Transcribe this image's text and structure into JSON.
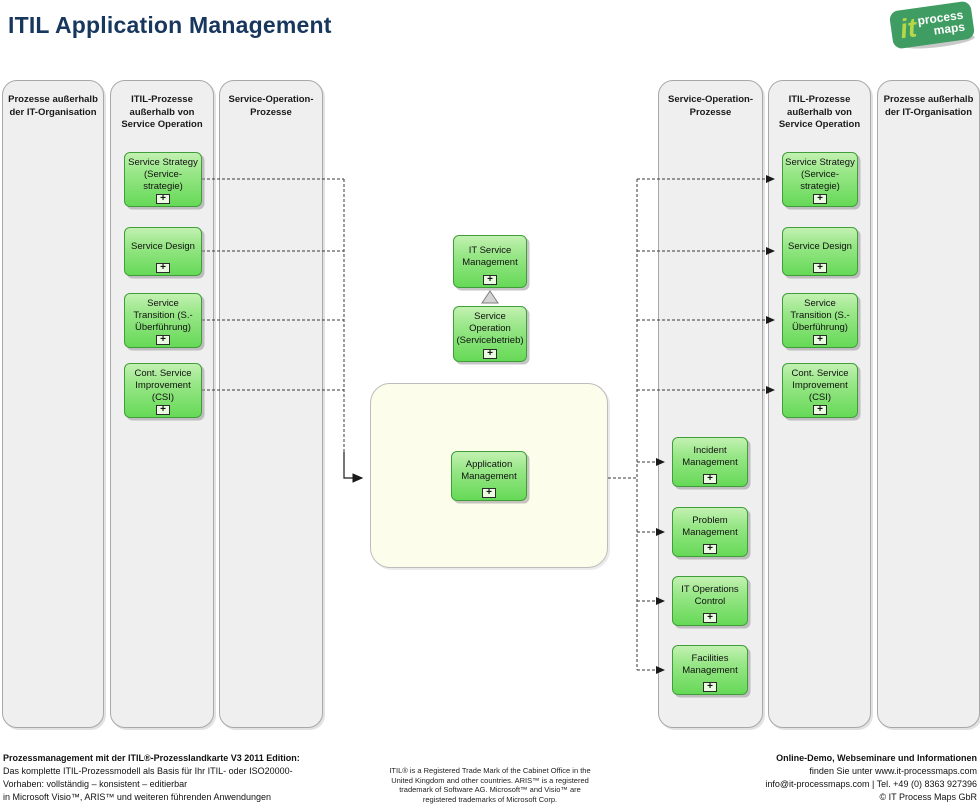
{
  "title": "ITIL Application Management",
  "logo": {
    "it": "it",
    "words": "process\nmaps"
  },
  "icons": {
    "expand": "+"
  },
  "lanes": {
    "left_outside": {
      "title": "Prozesse außerhalb\nder IT-Organisation"
    },
    "left_itil": {
      "title": "ITIL-Prozesse\naußerhalb von\nService Operation"
    },
    "left_so": {
      "title": "Service-Operation-\nProzesse"
    },
    "right_so": {
      "title": "Service-Operation-\nProzesse"
    },
    "right_itil": {
      "title": "ITIL-Prozesse\naußerhalb von\nService Operation"
    },
    "right_outside": {
      "title": "Prozesse außerhalb\nder IT-Organisation"
    }
  },
  "nodes": {
    "ss_left": {
      "label": "Service Strategy\n(Service-\nstrategie)"
    },
    "sd_left": {
      "label": "Service Design"
    },
    "st_left": {
      "label": "Service\nTransition (S.-\nÜberführung)"
    },
    "csi_left": {
      "label": "Cont. Service\nImprovement\n(CSI)"
    },
    "itsm": {
      "label": "IT Service\nManagement"
    },
    "so": {
      "label": "Service\nOperation\n(Servicebetrieb)"
    },
    "app_mgmt": {
      "label": "Application\nManagement"
    },
    "incident": {
      "label": "Incident\nManagement"
    },
    "problem": {
      "label": "Problem\nManagement"
    },
    "itoc": {
      "label": "IT Operations\nControl"
    },
    "facilities": {
      "label": "Facilities\nManagement"
    },
    "ss_right": {
      "label": "Service Strategy\n(Service-\nstrategie)"
    },
    "sd_right": {
      "label": "Service Design"
    },
    "st_right": {
      "label": "Service\nTransition (S.-\nÜberführung)"
    },
    "csi_right": {
      "label": "Cont. Service\nImprovement\n(CSI)"
    }
  },
  "footer": {
    "left": {
      "heading": "Prozessmanagement mit der ITIL®-Prozesslandkarte V3 2011 Edition:",
      "body": "Das komplette ITIL-Prozessmodell als Basis für Ihr ITIL- oder ISO20000-\nVorhaben: vollständig – konsistent – editierbar\nin Microsoft Visio™, ARIS™ und weiteren führenden Anwendungen"
    },
    "center": {
      "text": "ITIL® is a Registered Trade Mark of the Cabinet Office in the\nUnited Kingdom and other countries. ARIS™ is a  registered\ntrademark of Software AG. Microsoft™ and Visio™ are\nregistered trademarks of Microsoft Corp."
    },
    "right": {
      "heading": "Online-Demo, Webseminare und Informationen",
      "body": "finden Sie unter www.it-processmaps.com\ninfo@it-processmaps.com | Tel. +49 (0) 8363 927396\n© IT Process Maps GbR"
    }
  },
  "colors": {
    "title": "#17375e",
    "node_green_top": "#c3f1b2",
    "node_green_bottom": "#66d957",
    "node_border": "#3f9e3a",
    "lane_fill": "#efefef",
    "container_fill": "#fdfdeb",
    "logo_green": "#3f9c62",
    "logo_it": "#b5d847"
  }
}
